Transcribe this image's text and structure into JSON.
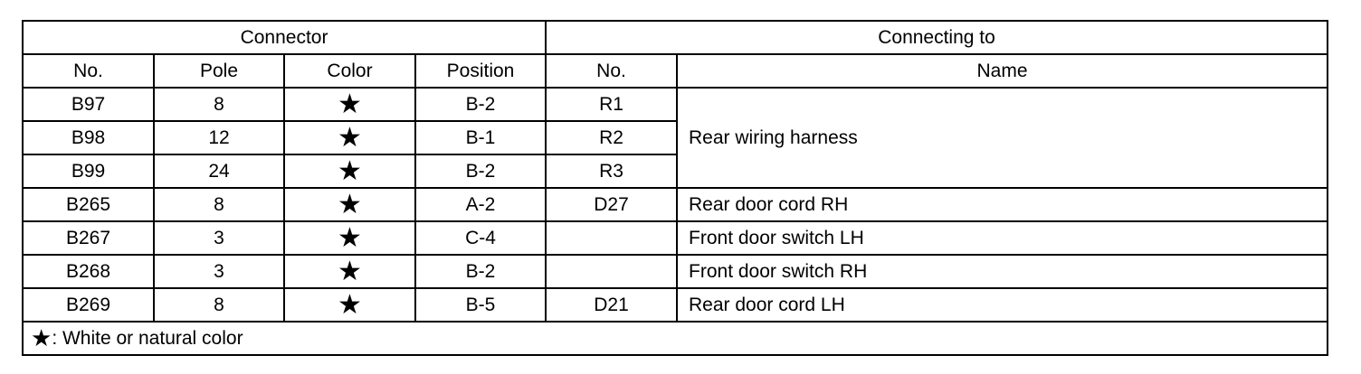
{
  "header": {
    "group_connector": "Connector",
    "group_connecting_to": "Connecting to",
    "col_no": "No.",
    "col_pole": "Pole",
    "col_color": "Color",
    "col_position": "Position",
    "col_to_no": "No.",
    "col_to_name": "Name"
  },
  "rows": [
    {
      "no": "B97",
      "pole": "8",
      "color_icon": "star-icon",
      "position": "B-2",
      "to_no": "R1"
    },
    {
      "no": "B98",
      "pole": "12",
      "color_icon": "star-icon",
      "position": "B-1",
      "to_no": "R2"
    },
    {
      "no": "B99",
      "pole": "24",
      "color_icon": "star-icon",
      "position": "B-2",
      "to_no": "R3"
    },
    {
      "no": "B265",
      "pole": "8",
      "color_icon": "star-icon",
      "position": "A-2",
      "to_no": "D27",
      "name": "Rear door cord RH"
    },
    {
      "no": "B267",
      "pole": "3",
      "color_icon": "star-icon",
      "position": "C-4",
      "to_no": "",
      "name": "Front door switch LH"
    },
    {
      "no": "B268",
      "pole": "3",
      "color_icon": "star-icon",
      "position": "B-2",
      "to_no": "",
      "name": "Front door switch RH"
    },
    {
      "no": "B269",
      "pole": "8",
      "color_icon": "star-icon",
      "position": "B-5",
      "to_no": "D21",
      "name": "Rear door cord LH"
    }
  ],
  "merged_name": "Rear wiring harness",
  "legend": {
    "icon": "star-icon",
    "text": ": White or natural color"
  }
}
